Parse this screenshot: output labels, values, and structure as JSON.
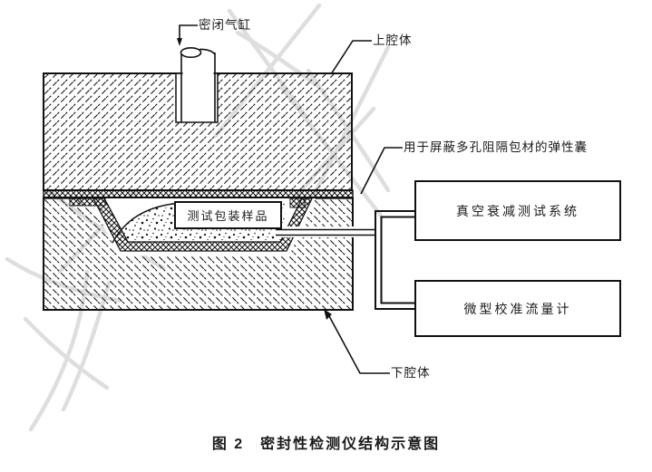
{
  "figure": {
    "caption": "图 2　密封性检测仪结构示意图",
    "callouts": {
      "sealed_cylinder": "密闭气缸",
      "upper_chamber": "上腔体",
      "elastic_bladder": "用于屏蔽多孔阻隔包材的弹性囊",
      "lower_chamber": "下腔体"
    },
    "components": {
      "test_sample": "测试包装样品",
      "vacuum_decay_system": "真空衰减测试系统",
      "calibrated_flow_meter": "微型校准流量计"
    },
    "colors": {
      "ink": "#1a1a1a",
      "background": "#ffffff",
      "watermark": "#c9c9c9"
    }
  }
}
